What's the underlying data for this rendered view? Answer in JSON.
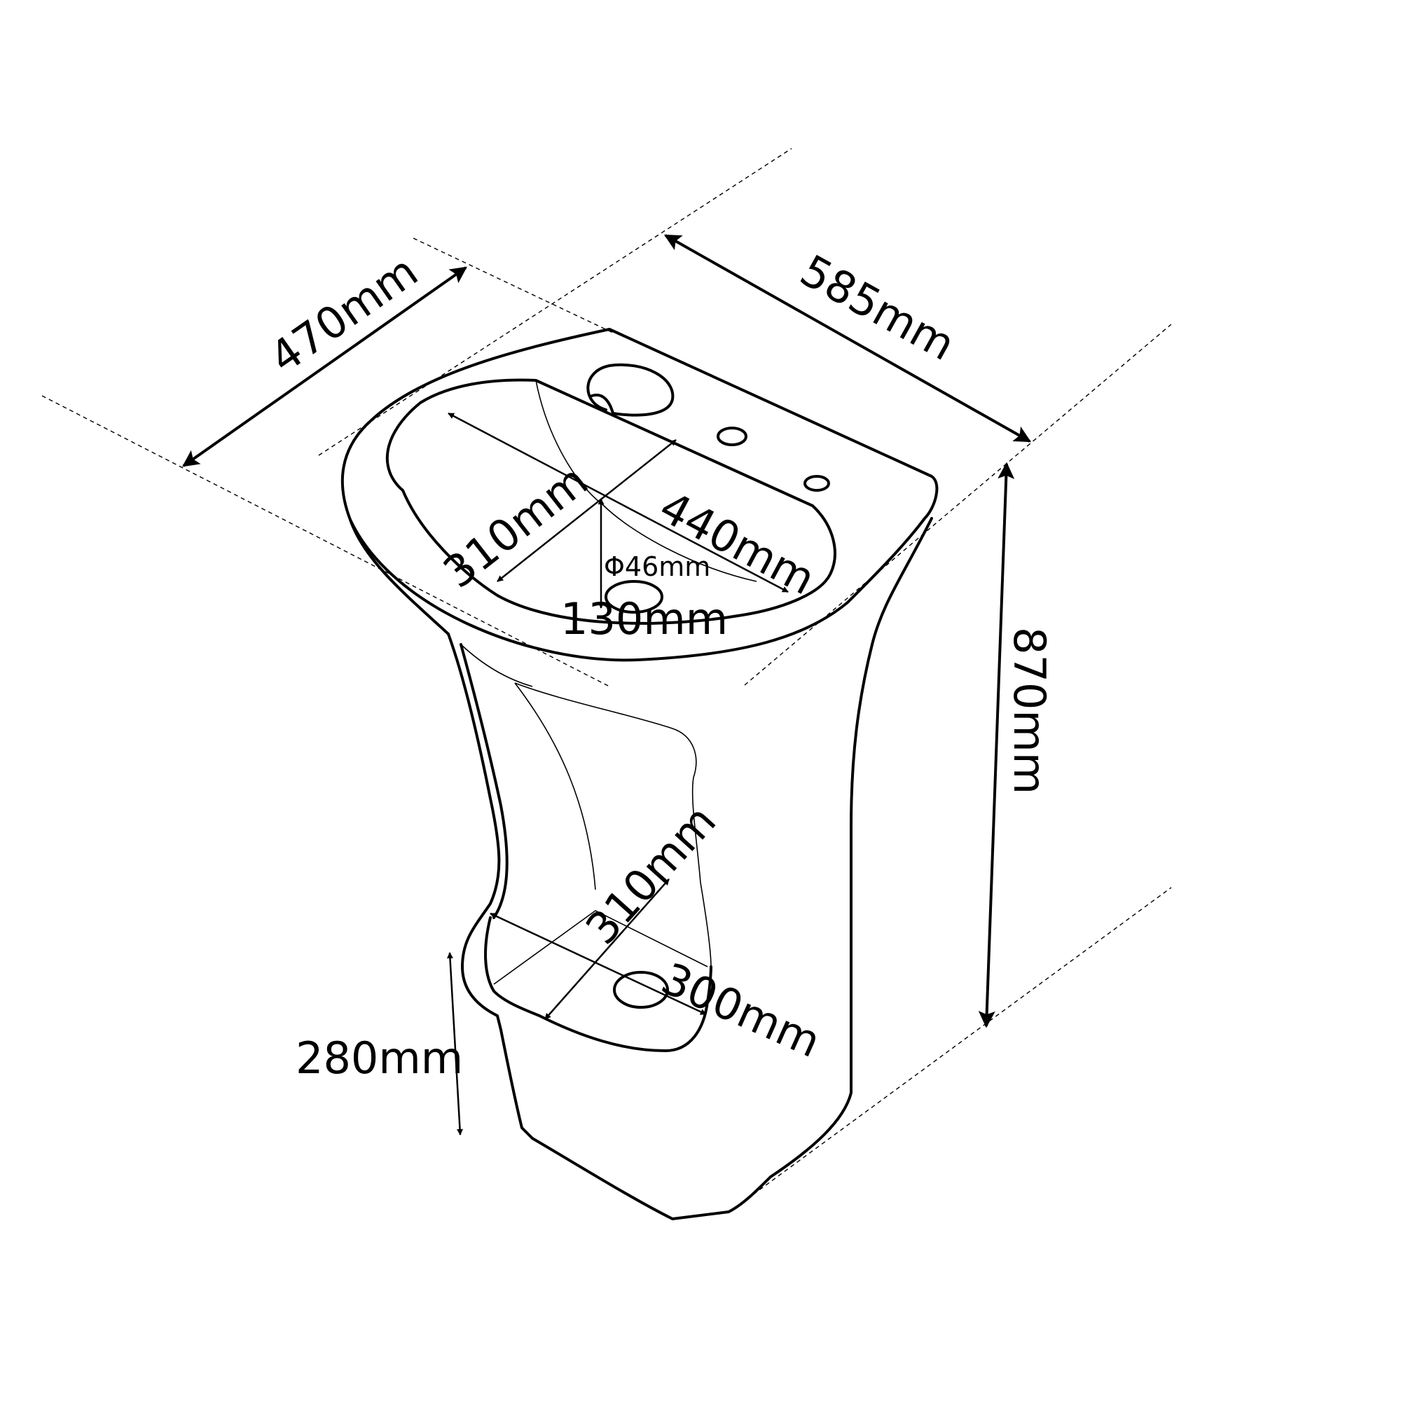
{
  "dimensions": {
    "depth_470": "470mm",
    "width_585": "585mm",
    "height_870": "870mm",
    "bowl_width_440": "440mm",
    "bowl_depth_310": "310mm",
    "drain_diameter": "Φ46mm",
    "drain_offset_130": "130mm",
    "opening_height_310": "310mm",
    "opening_width_300": "300mm",
    "opening_height_280": "280mm"
  },
  "colors": {
    "line": "#000000",
    "background": "#ffffff"
  }
}
